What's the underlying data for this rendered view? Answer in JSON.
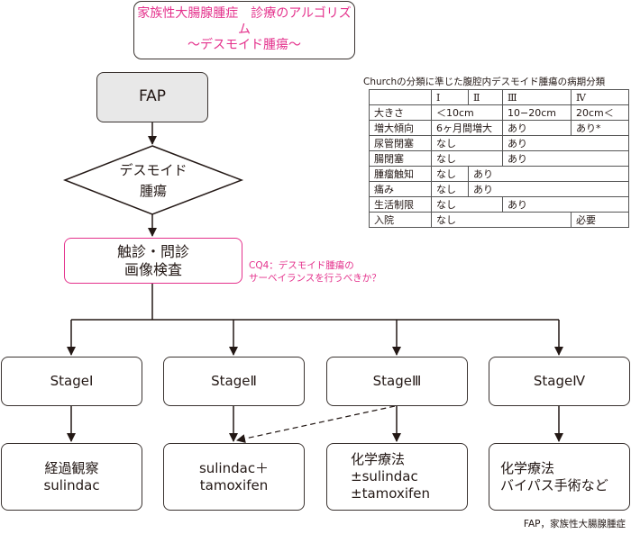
{
  "title": {
    "line1": "家族性大腸腺腫症　診療のアルゴリズム",
    "line2": "〜デスモイド腫瘍〜",
    "color": "#e4318c"
  },
  "flow": {
    "start": "FAP",
    "decision": {
      "line1": "デスモイド",
      "line2": "腫瘍"
    },
    "exam": {
      "line1": "触診・問診",
      "line2": "画像検査",
      "border_color": "#e4318c"
    },
    "clinical_question": {
      "line1": "CQ4：デスモイド腫瘍の",
      "line2": "サーベイランスを行うべきか？"
    },
    "stages": [
      {
        "label": "StageⅠ",
        "treatment": [
          "経過観察",
          "sulindac"
        ]
      },
      {
        "label": "StageⅡ",
        "treatment": [
          "sulindac＋",
          "tamoxifen"
        ]
      },
      {
        "label": "StageⅢ",
        "treatment": [
          "化学療法",
          "±sulindac",
          "±tamoxifen"
        ]
      },
      {
        "label": "StageⅣ",
        "treatment": [
          "化学療法",
          "バイパス手術など"
        ]
      }
    ],
    "dashed_link": {
      "from": "StageⅢ",
      "to": "StageⅡ treatment"
    }
  },
  "classification_table": {
    "caption": "Churchの分類に準じた腹腔内デスモイド腫瘍の病期分類",
    "header": [
      "",
      "Ⅰ",
      "Ⅱ",
      "Ⅲ",
      "Ⅳ"
    ],
    "rows": [
      {
        "label": "大きさ",
        "cells": [
          {
            "text": "＜10cm",
            "span": 2
          },
          {
            "text": "10−20cm",
            "span": 1
          },
          {
            "text": "20cm＜",
            "span": 1
          }
        ]
      },
      {
        "label": "増大傾向",
        "cells": [
          {
            "text": "6ヶ月間増大",
            "span": 2
          },
          {
            "text": "あり",
            "span": 1
          },
          {
            "text": "あり*",
            "span": 1
          }
        ]
      },
      {
        "label": "尿管閉塞",
        "cells": [
          {
            "text": "なし",
            "span": 2
          },
          {
            "text": "あり",
            "span": 2
          }
        ]
      },
      {
        "label": "腸閉塞",
        "cells": [
          {
            "text": "なし",
            "span": 2
          },
          {
            "text": "あり",
            "span": 2
          }
        ]
      },
      {
        "label": "腫瘤触知",
        "cells": [
          {
            "text": "なし",
            "span": 1
          },
          {
            "text": "あり",
            "span": 3
          }
        ]
      },
      {
        "label": "痛み",
        "cells": [
          {
            "text": "なし",
            "span": 1
          },
          {
            "text": "あり",
            "span": 3
          }
        ]
      },
      {
        "label": "生活制限",
        "cells": [
          {
            "text": "なし",
            "span": 2
          },
          {
            "text": "あり",
            "span": 2
          }
        ]
      },
      {
        "label": "入院",
        "cells": [
          {
            "text": "なし",
            "span": 3
          },
          {
            "text": "必要",
            "span": 1
          }
        ]
      }
    ]
  },
  "footnote": "FAP，家族性大腸腺腫症"
}
